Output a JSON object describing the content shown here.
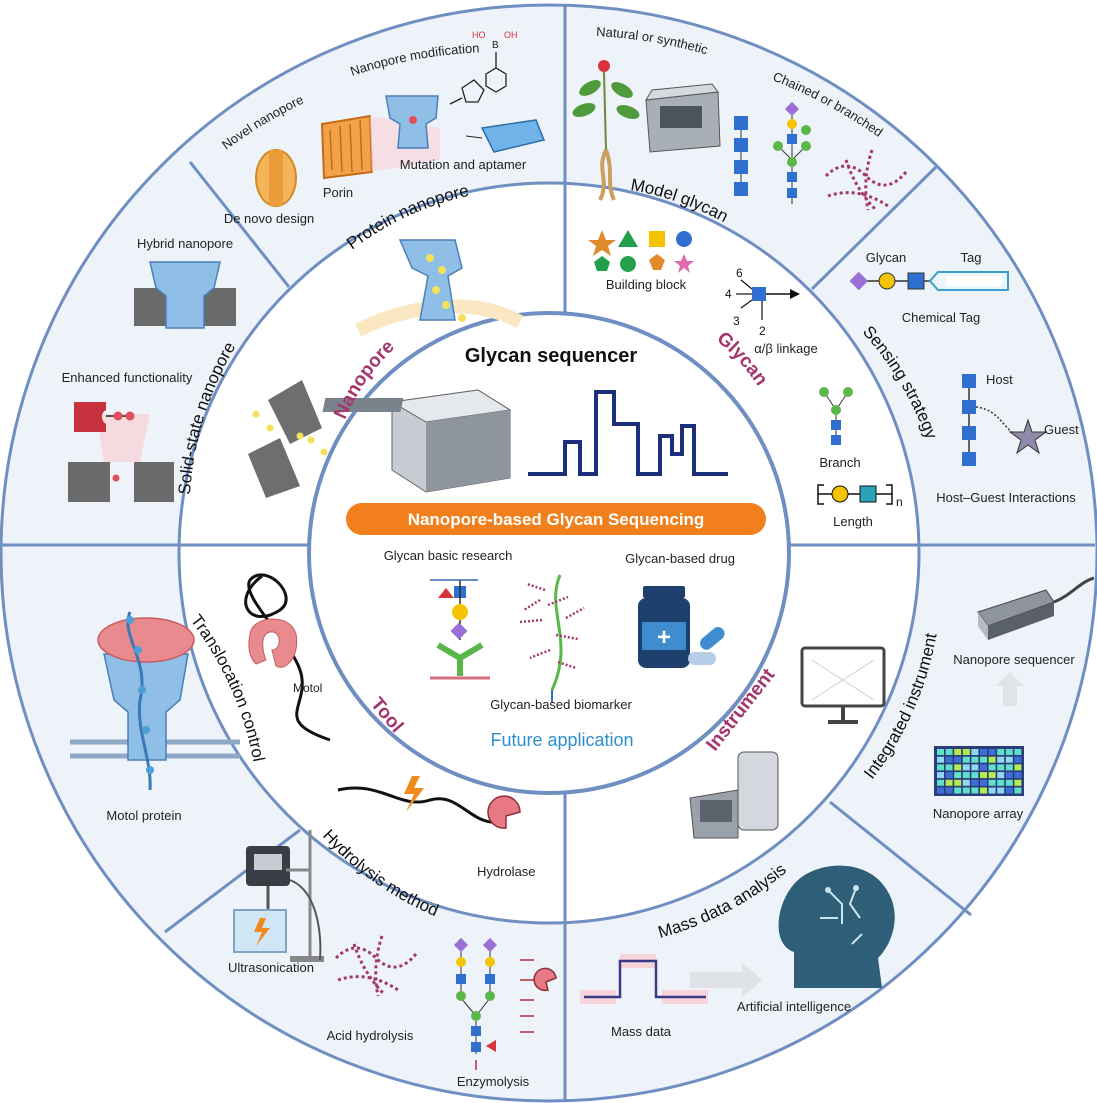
{
  "center": {
    "title": "Glycan sequencer",
    "banner": "Nanopore-based Glycan Sequencing",
    "future": "Future application",
    "items": {
      "research": "Glycan basic research",
      "drug": "Glycan-based drug",
      "biomarker": "Glycan-based biomarker"
    }
  },
  "middle_ring": {
    "nanopore": "Nanopore",
    "glycan": "Glycan",
    "tool": "Tool",
    "instrument": "Instrument"
  },
  "sections": {
    "protein_nanopore": "Protein nanopore",
    "model_glycan": "Model glycan",
    "sensing_strategy": "Sensing strategy",
    "integrated_instrument": "Integrated instrument",
    "mass_data_analysis": "Mass data analysis",
    "hydrolysis_method": "Hydrolysis method",
    "translocation_control": "Translocation control",
    "solid_state_nanopore": "Solid-state nanopore"
  },
  "labels": {
    "novel_nanopore": "Novel nanopore",
    "nanopore_modification": "Nanopore modification",
    "porin": "Porin",
    "de_novo": "De novo design",
    "mutation": "Mutation and aptamer",
    "natural": "Natural or synthetic",
    "chained": "Chained or branched",
    "building_block": "Building block",
    "linkage": "α/β linkage",
    "glycan_tag_glycan": "Glycan",
    "glycan_tag_tag": "Tag",
    "chemical_tag": "Chemical Tag",
    "host": "Host",
    "guest": "Guest",
    "host_guest": "Host–Guest Interactions",
    "branch": "Branch",
    "length": "Length",
    "length_n": "n",
    "hybrid": "Hybrid nanopore",
    "enhanced": "Enhanced functionality",
    "motol": "Motol",
    "motol_protein": "Motol protein",
    "hydrolase": "Hydrolase",
    "ultrasonication": "Ultrasonication",
    "acid": "Acid hydrolysis",
    "enzymolysis": "Enzymolysis",
    "mass_data": "Mass data",
    "ai": "Artificial intelligence",
    "nanopore_sequencer": "Nanopore sequencer",
    "nanopore_array": "Nanopore array",
    "num_6": "6",
    "num_4": "4",
    "num_3": "3",
    "num_2": "2",
    "plus": "+",
    "boron_b": "B",
    "boron_ho": "HO",
    "boron_oh": "OH"
  },
  "colors": {
    "ring_line": "#6f8fc2",
    "sector_bg": "#eef3f9",
    "banner": "#f07f1c",
    "accent_label": "#a3366c",
    "glycan_blue": "#2e6fd0",
    "glycan_yellow": "#f5c400",
    "glycan_green": "#5ab84a",
    "glycan_purple": "#9b6fd6",
    "glycan_red": "#d9323b",
    "pore_blue": "#8fbfe6",
    "trace_navy": "#1b2f7a",
    "future_text": "#2f8fd0"
  }
}
